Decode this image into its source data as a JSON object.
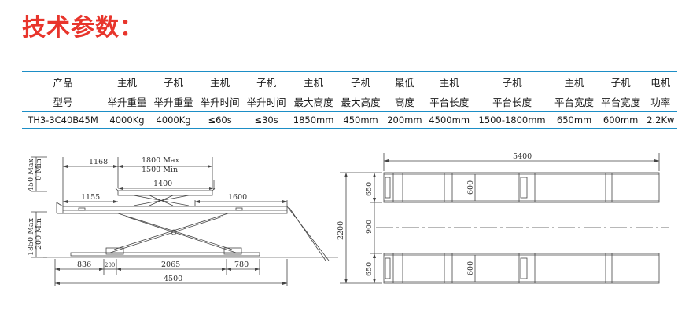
{
  "title": "技术参数：",
  "spec_table": {
    "header_row1": [
      "产品",
      "主机",
      "子机",
      "主机",
      "子机",
      "主机",
      "子机",
      "最低",
      "主机",
      "子机",
      "主机",
      "子机",
      "电机"
    ],
    "header_row2": [
      "型号",
      "举升重量",
      "举升重量",
      "举升时间",
      "举升时间",
      "最大高度",
      "最大高度",
      "高度",
      "平台长度",
      "平台长度",
      "平台宽度",
      "平台宽度",
      "功率"
    ],
    "values": [
      "TH3-3C40B45M",
      "4000Kg",
      "4000Kg",
      "≤60s",
      "≤30s",
      "1850mm",
      "450mm",
      "200mm",
      "4500mm",
      "1500-1800mm",
      "650mm",
      "600mm",
      "2.2Kw"
    ]
  },
  "side_view": {
    "dim_1168": "1168",
    "dim_1800_max": "1800 Max",
    "dim_1500_min": "1500 Min",
    "dim_1400": "1400",
    "dim_1155": "1155",
    "dim_1600": "1600",
    "dim_450_max": "450 Max",
    "dim_0_min": "0 Min",
    "dim_1850_max": "1850 Max",
    "dim_200_min": "200 Min",
    "dim_836": "836",
    "dim_200": "200",
    "dim_2065": "2065",
    "dim_780": "780",
    "dim_4500": "4500"
  },
  "top_view": {
    "dim_5400": "5400",
    "dim_2200": "2200",
    "dim_650_top": "650",
    "dim_900": "900",
    "dim_650_bottom": "650",
    "dim_600_top": "600",
    "dim_600_bottom": "600"
  }
}
